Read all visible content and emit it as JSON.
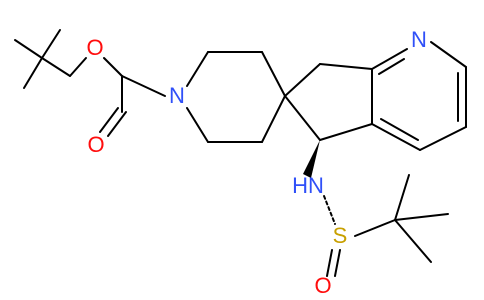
{
  "molecule": {
    "atoms": {
      "o_ether": {
        "text": "O",
        "color": "#ff0d0d"
      },
      "o_carbonyl": {
        "text": "O",
        "color": "#ff0d0d"
      },
      "n_piperidine": {
        "text": "N",
        "color": "#3050f8"
      },
      "n_pyridine": {
        "text": "N",
        "color": "#3050f8"
      },
      "nh": {
        "text": "HN",
        "color": "#3050f8"
      },
      "s": {
        "text": "S",
        "color": "#c8a000"
      },
      "o_sulfinyl": {
        "text": "O",
        "color": "#ff0d0d"
      }
    }
  }
}
